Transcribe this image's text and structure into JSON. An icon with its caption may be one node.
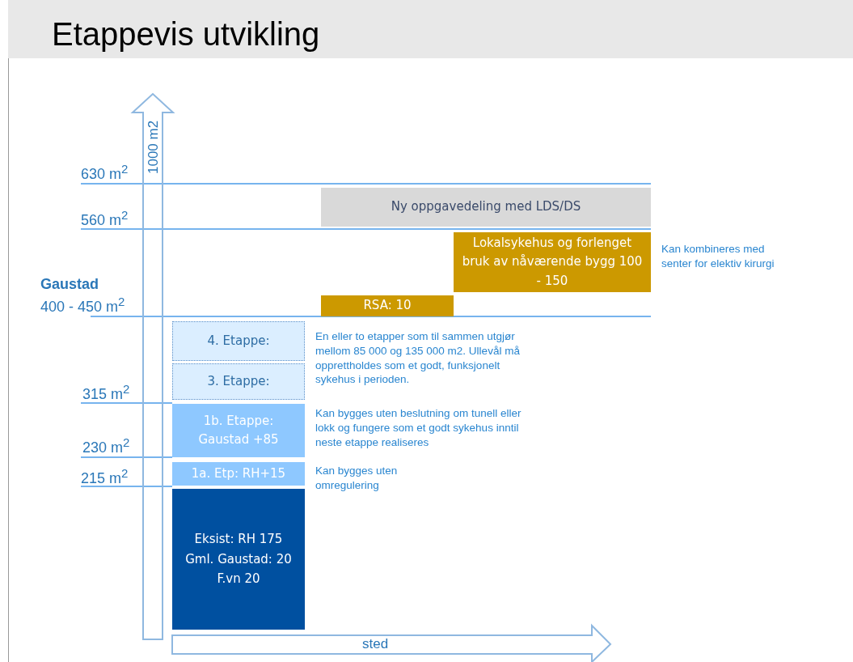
{
  "diagram": {
    "title": "Etappevis utvikling",
    "nodes": [
      {
        "text": [
          "Ny oppgavedeling med LDS/DS"
        ]
      },
      {
        "text": [
          "Lokalsykehus og forlenget bruk av nåværende bygg 100 - 150"
        ],
        "beside": [
          "Kan kombineres med senter for elektiv kirurgi"
        ]
      },
      {
        "text": [
          "RSA: 10"
        ]
      },
      {
        "text": [
          "4. Etappe:"
        ]
      },
      {
        "text": [
          "3. Etappe:"
        ]
      },
      {
        "text": [
          "1b. Etappe: Gaustad +85"
        ],
        "beside": [
          "Kan bygges uten beslutning om tunell eller lokk og fungere som et godt sykehus inntil neste etappe realiseres"
        ]
      },
      {
        "text": [
          "1a. Etp: RH+15"
        ],
        "beside": [
          "Kan bygges uten omregulering"
        ]
      },
      {
        "text": [
          "Eksist: RH 175 Gml. Gaustad: 20 F.vn 20"
        ]
      }
    ],
    "edges": [],
    "labels": [
      "1000 m2",
      "630 m$^{2}$",
      "560 m$^{2}$",
      "Gaustad",
      "400 - 450 m$^{2}$",
      "En eller to etapper som til sammen utgjør mellom  85 000 og 135 000 m2. Ullevål må opprettholdes som et godt, funksjonelt sykehus i perioden.",
      "315 m$^{2}$",
      "230 m$^{2}$",
      "215 m$^{2}$",
      "sted"
    ]
  }
}
